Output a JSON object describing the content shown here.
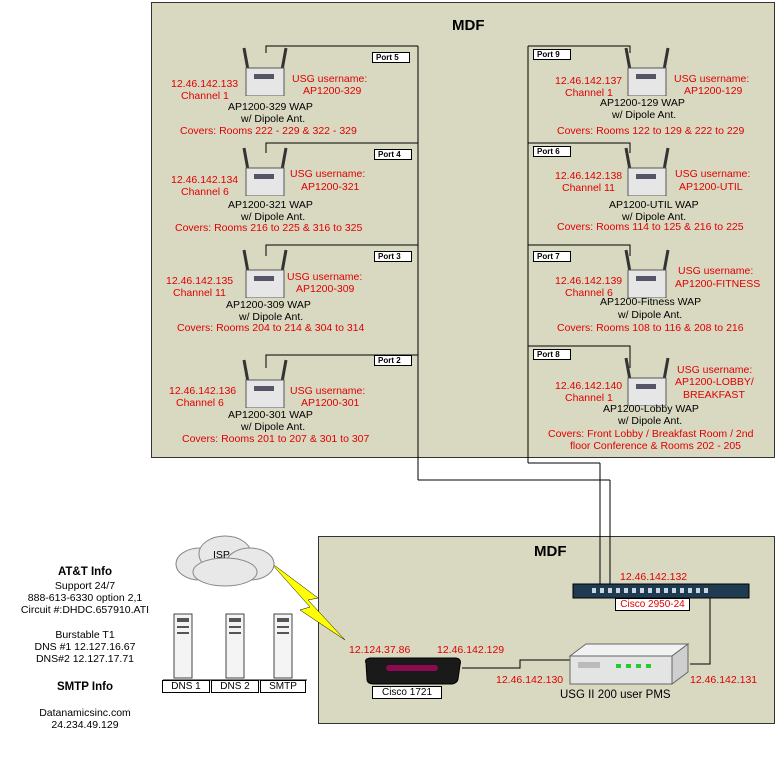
{
  "upper_panel": {
    "title": "MDF"
  },
  "lower_panel": {
    "title": "MDF"
  },
  "access_points": [
    {
      "port": "Port 5",
      "ip": "12.46.142.133",
      "channel": "Channel 1",
      "usg_label": "USG username:",
      "usg_user": "AP1200-329",
      "name": "AP1200-329 WAP",
      "antenna": "w/ Dipole Ant.",
      "covers": "Covers: Rooms 222 - 229 & 322 - 329"
    },
    {
      "port": "Port 4",
      "ip": "12.46.142.134",
      "channel": "Channel 6",
      "usg_label": "USG username:",
      "usg_user": "AP1200-321",
      "name": "AP1200-321 WAP",
      "antenna": "w/ Dipole Ant.",
      "covers": "Covers: Rooms 216 to 225 & 316 to 325"
    },
    {
      "port": "Port 3",
      "ip": "12.46.142.135",
      "channel": "Channel 11",
      "usg_label": "USG username:",
      "usg_user": "AP1200-309",
      "name": "AP1200-309 WAP",
      "antenna": "w/ Dipole Ant.",
      "covers": "Covers: Rooms 204 to 214 & 304 to 314"
    },
    {
      "port": "Port 2",
      "ip": "12.46.142.136",
      "channel": "Channel 6",
      "usg_label": "USG username:",
      "usg_user": "AP1200-301",
      "name": "AP1200-301 WAP",
      "antenna": "w/ Dipole Ant.",
      "covers": "Covers: Rooms 201 to 207 & 301 to 307"
    },
    {
      "port": "Port 9",
      "ip": "12.46.142.137",
      "channel": "Channel 1",
      "usg_label": "USG username:",
      "usg_user": "AP1200-129",
      "name": "AP1200-129 WAP",
      "antenna": "w/ Dipole Ant.",
      "covers": "Covers: Rooms 122 to 129 & 222 to 229"
    },
    {
      "port": "Port 6",
      "ip": "12.46.142.138",
      "channel": "Channel 11",
      "usg_label": "USG username:",
      "usg_user": "AP1200-UTIL",
      "name": "AP1200-UTIL WAP",
      "antenna": "w/ Dipole Ant.",
      "covers": "Covers: Rooms 114 to 125 & 216 to 225"
    },
    {
      "port": "Port 7",
      "ip": "12.46.142.139",
      "channel": "Channel 6",
      "usg_label": "USG username:",
      "usg_user": "AP1200-FITNESS",
      "name": "AP1200-Fitness WAP",
      "antenna": "w/ Dipole Ant.",
      "covers": "Covers: Rooms 108 to 116 & 208 to 216"
    },
    {
      "port": "Port 8",
      "ip": "12.46.142.140",
      "channel": "Channel 1",
      "usg_label": "USG username:",
      "usg_user_1": "AP1200-LOBBY/",
      "usg_user_2": "BREAKFAST",
      "name": "AP1200-Lobby WAP",
      "antenna": "w/ Dipole Ant.",
      "covers_1": "Covers: Front Lobby / Breakfast Room / 2nd",
      "covers_2": "floor Conference & Rooms 202 - 205"
    }
  ],
  "att_info": {
    "title": "AT&T Info",
    "support": "Support 24/7",
    "phone": "888-613-6330 option 2,1",
    "circuit": "Circuit #:DHDC.657910.ATI",
    "burstable": "Burstable T1",
    "dns1": "DNS #1 12.127.16.67",
    "dns2": "DNS#2 12.127.17.71"
  },
  "smtp_info": {
    "title": "SMTP Info",
    "host": "Datanamicsinc.com",
    "ip": "24.234.49.129"
  },
  "servers": [
    "DNS 1",
    "DNS 2",
    "SMTP"
  ],
  "isp_label": "ISP",
  "router": {
    "label": "Cisco 1721",
    "wan_ip": "12.124.37.86",
    "lan_ip": "12.46.142.129",
    "usg_side_ip": "12.46.142.130"
  },
  "switch": {
    "label": "Cisco 2950-24",
    "ip": "12.46.142.132"
  },
  "usg": {
    "label": "USG II 200 user PMS",
    "ip": "12.46.142.131"
  },
  "colors": {
    "panel": "#d9d9c2",
    "label_red": "#e00000",
    "lightning": "#ffff00"
  }
}
